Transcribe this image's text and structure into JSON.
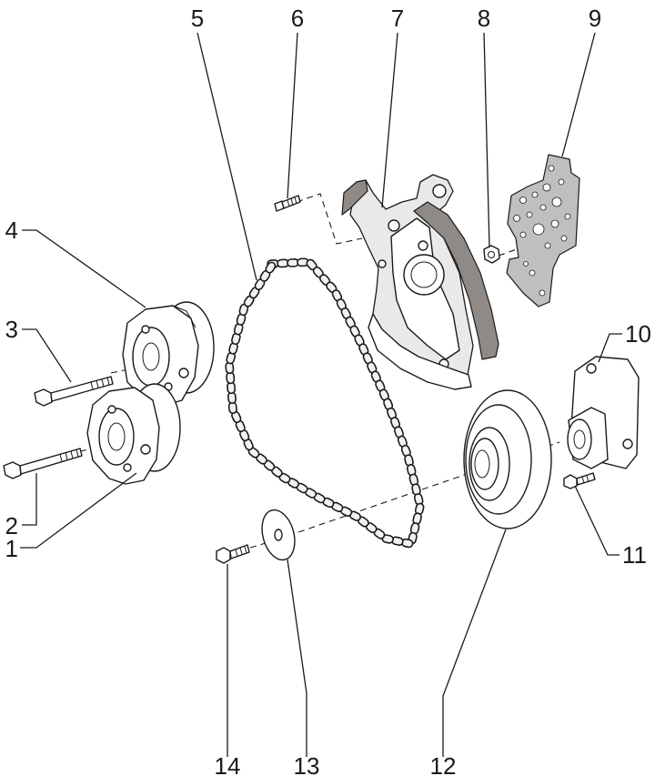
{
  "callouts": [
    {
      "number": "1"
    },
    {
      "number": "2"
    },
    {
      "number": "3"
    },
    {
      "number": "4"
    },
    {
      "number": "5"
    },
    {
      "number": "6"
    },
    {
      "number": "7"
    },
    {
      "number": "8"
    },
    {
      "number": "9"
    },
    {
      "number": "10"
    },
    {
      "number": "11"
    },
    {
      "number": "12"
    },
    {
      "number": "13"
    },
    {
      "number": "14"
    }
  ]
}
